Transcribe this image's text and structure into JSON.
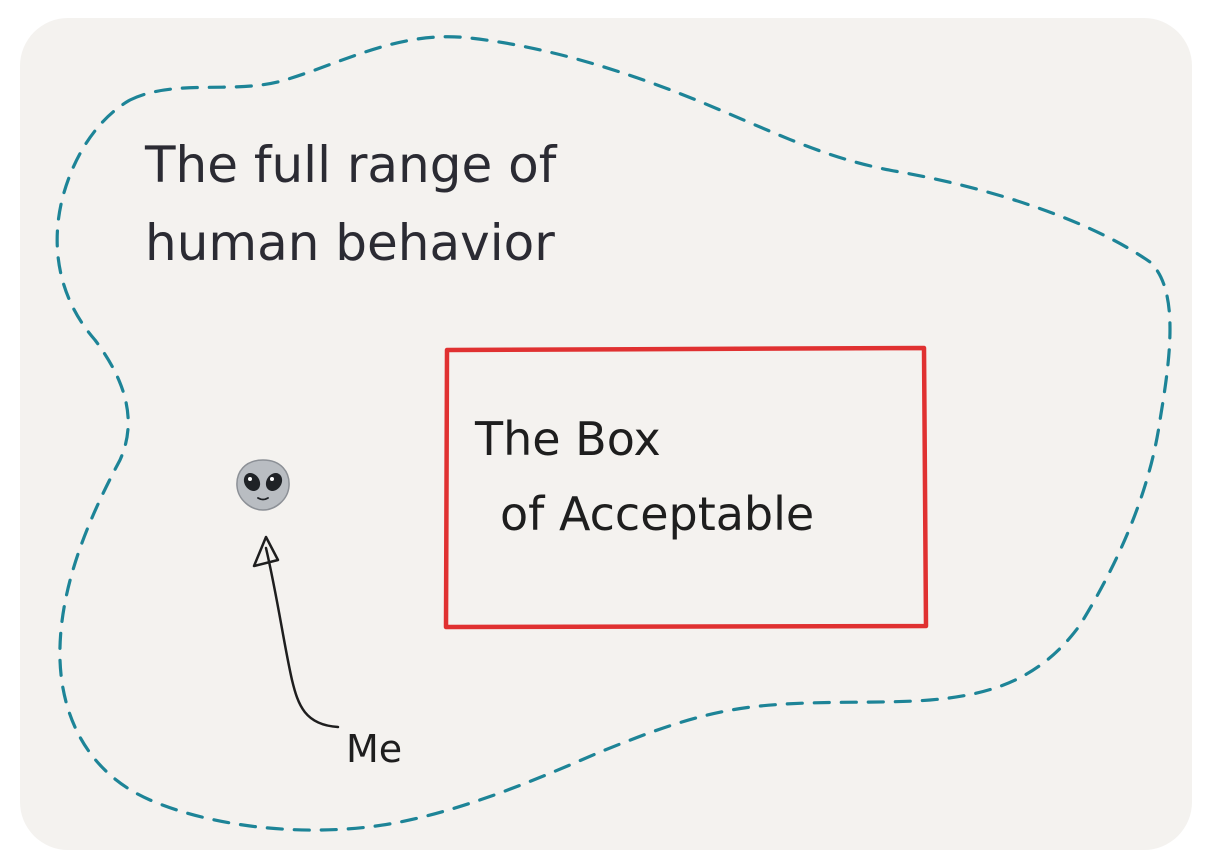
{
  "colors": {
    "background": "#f4f2ef",
    "range_outline": "#1d8497",
    "box_outline": "#e03131",
    "text": "#1e1e1e"
  },
  "range": {
    "line1": "The full range of",
    "line2": "human behavior"
  },
  "box": {
    "line1": "The Box",
    "line2": "of Acceptable"
  },
  "me": {
    "icon": "alien-face-icon",
    "label": "Me"
  }
}
